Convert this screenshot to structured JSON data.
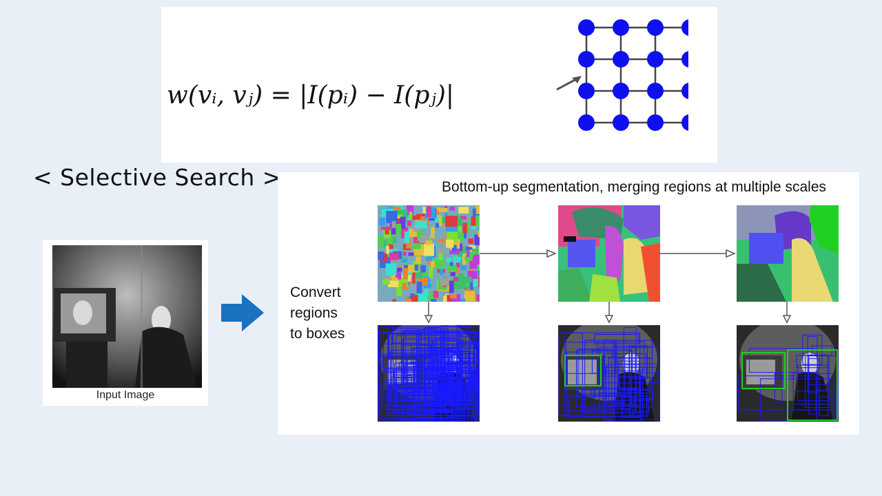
{
  "formula": {
    "text": "w(vᵢ, vⱼ) = |I(pᵢ) − I(pⱼ)|"
  },
  "grid": {
    "rows": 4,
    "cols": 4,
    "node_color": "#1010ee",
    "edge_color": "#444444"
  },
  "section_title": "< Selective Search >",
  "input_image": {
    "caption": "Input Image"
  },
  "arrow_color": "#1a72c0",
  "selective_search": {
    "heading": "Bottom-up segmentation, merging regions at multiple scales",
    "convert_label_lines": [
      "Convert",
      "regions",
      "to boxes"
    ],
    "stages": 3,
    "box_colors": {
      "candidate": "#1a1aff",
      "selected": "#22cc22"
    }
  }
}
